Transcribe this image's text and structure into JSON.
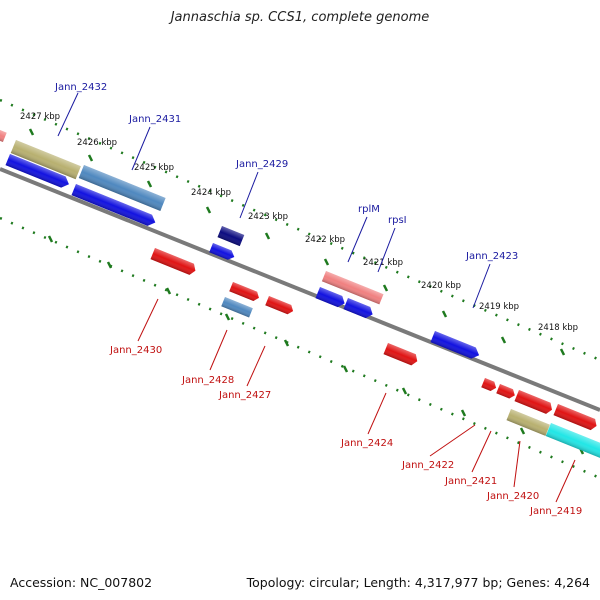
{
  "title": "Jannaschia sp. CCS1, complete genome",
  "accession_text": "Accession: NC_007802",
  "summary_text": "Topology: circular; Length: 4,317,977 bp; Genes: 4,264",
  "colors": {
    "backbone": "#7a7a7a",
    "ticks": "#1f7a1f",
    "forward_label": "#1a1aa0",
    "reverse_label": "#c01010"
  },
  "kbp_ticks": [
    "2427 kbp",
    "2426 kbp",
    "2425 kbp",
    "2424 kbp",
    "2423 kbp",
    "2422 kbp",
    "2421 kbp",
    "2420 kbp",
    "2419 kbp",
    "2418 kbp"
  ],
  "forward_labels": [
    "Jann_2432",
    "Jann_2431",
    "Jann_2429",
    "rplM",
    "rpsI",
    "Jann_2423"
  ],
  "reverse_labels": [
    "Jann_2430",
    "Jann_2428",
    "Jann_2427",
    "Jann_2424",
    "Jann_2422",
    "Jann_2421",
    "Jann_2420",
    "Jann_2419"
  ]
}
